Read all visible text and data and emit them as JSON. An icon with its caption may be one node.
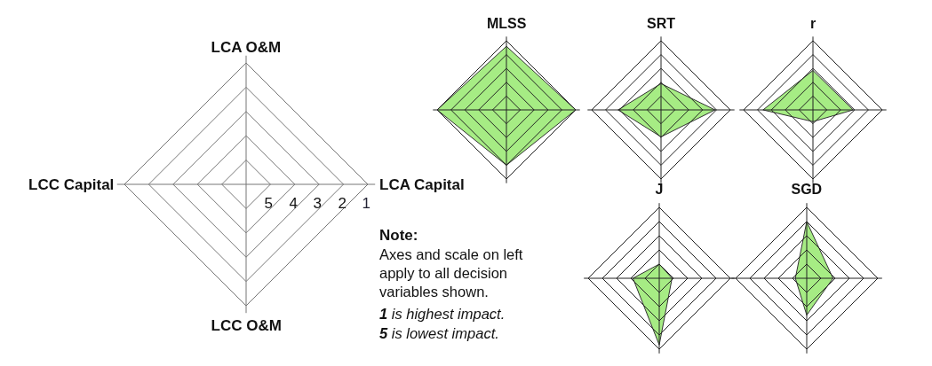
{
  "diagram": {
    "labels": [
      "LCA O&M",
      "LCC Capital",
      "LCA Capital",
      "LCC O&M",
      "5",
      "4",
      "3",
      "2",
      "1",
      "MLSS",
      "SRT",
      "r",
      "J",
      "SGD",
      "Note:",
      "Axes and scale on left apply to all decision variables shown.",
      "**1** is highest impact.",
      "**5** is lowest impact."
    ]
  }
}
